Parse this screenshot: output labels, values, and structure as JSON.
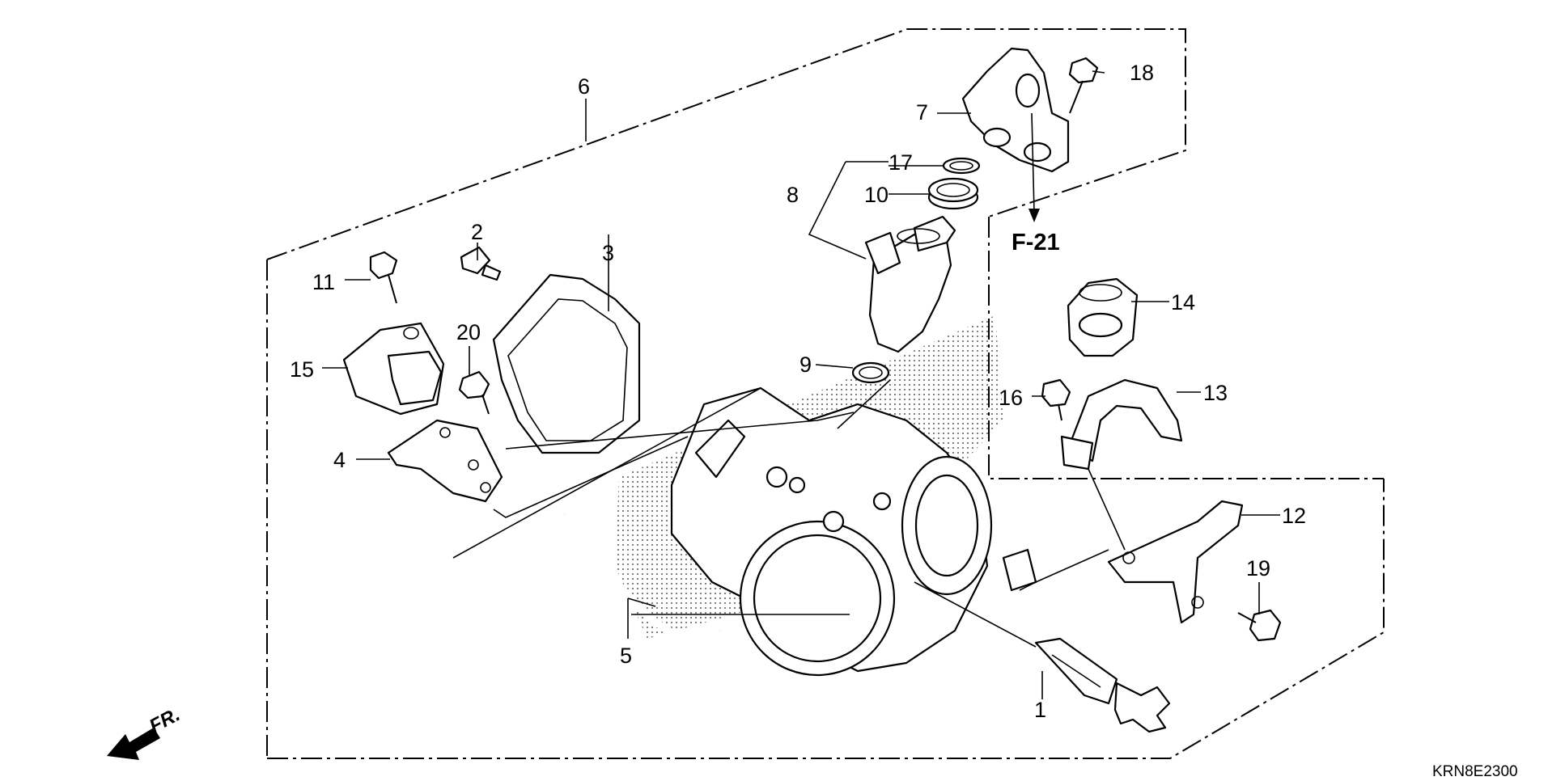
{
  "diagram": {
    "callouts": {
      "p1": "1",
      "p2": "2",
      "p3": "3",
      "p4": "4",
      "p5": "5",
      "p6": "6",
      "p7": "7",
      "p8": "8",
      "p9": "9",
      "p10": "10",
      "p11": "11",
      "p12": "12",
      "p13": "13",
      "p14": "14",
      "p15": "15",
      "p16": "16",
      "p17": "17",
      "p18": "18",
      "p19": "19",
      "p20": "20"
    },
    "reference": "F-21",
    "front_marker": "FR.",
    "diagram_code": "KRN8E2300"
  }
}
